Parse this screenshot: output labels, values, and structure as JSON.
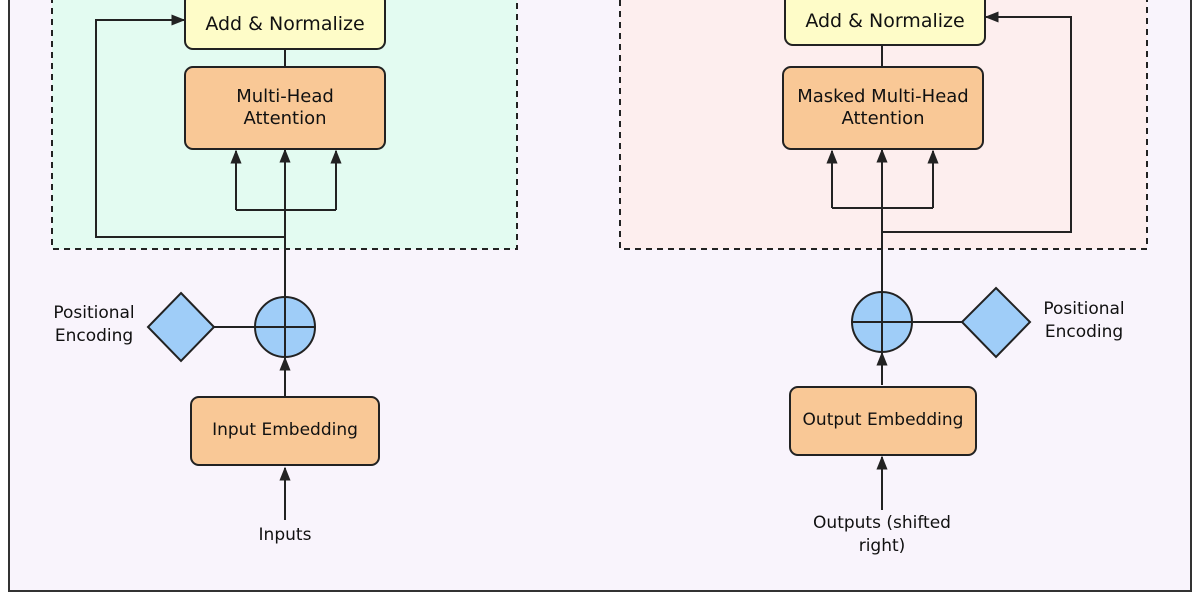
{
  "colors": {
    "page_bg": "#f9f4fc",
    "encoder_bg": "#e3fbf1",
    "decoder_bg": "#fdeeee",
    "norm_fill": "#fefcc8",
    "block_fill": "#f9c896",
    "pe_fill": "#9fcdf8",
    "line": "#222222"
  },
  "encoder": {
    "add_norm": "Add & Normalize",
    "attention": "Multi-Head Attention",
    "embedding": "Input Embedding",
    "pos_encoding": "Positional Encoding",
    "input_label": "Inputs"
  },
  "decoder": {
    "add_norm": "Add & Normalize",
    "attention": "Masked Multi-Head Attention",
    "embedding": "Output Embedding",
    "pos_encoding": "Positional Encoding",
    "input_label": "Outputs (shifted right)"
  },
  "icons": {
    "adder": "circle-plus-icon",
    "positional_encoding": "diamond-icon"
  }
}
